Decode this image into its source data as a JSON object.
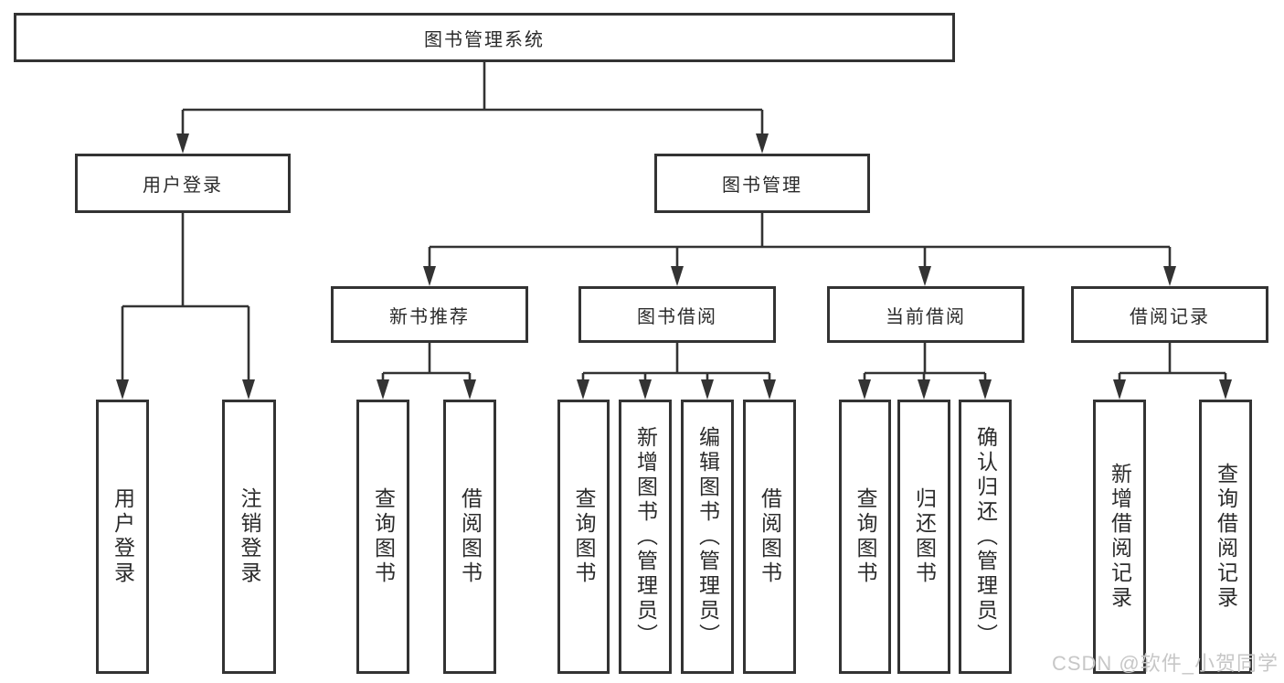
{
  "diagram_title": "图书管理系统",
  "tree": {
    "root": "图书管理系统",
    "branches": [
      {
        "label": "用户登录",
        "children": [
          "用户登录",
          "注销登录"
        ]
      },
      {
        "label": "图书管理",
        "children": [
          {
            "label": "新书推荐",
            "children": [
              "查询图书",
              "借阅图书"
            ]
          },
          {
            "label": "图书借阅",
            "children": [
              "查询图书",
              "新增图书（管理员）",
              "编辑图书（管理员）",
              "借阅图书"
            ]
          },
          {
            "label": "当前借阅",
            "children": [
              "查询图书",
              "归还图书",
              "确认归还（管理员）"
            ]
          },
          {
            "label": "借阅记录",
            "children": [
              "新增借阅记录",
              "查询借阅记录"
            ]
          }
        ]
      }
    ]
  },
  "watermark": {
    "text": "CSDN @软件_小贺同学"
  },
  "colors": {
    "line": "#333333",
    "box_border": "#333333",
    "text": "#2b2b2b",
    "watermark": "#c7c7c7",
    "background": "#ffffff"
  }
}
